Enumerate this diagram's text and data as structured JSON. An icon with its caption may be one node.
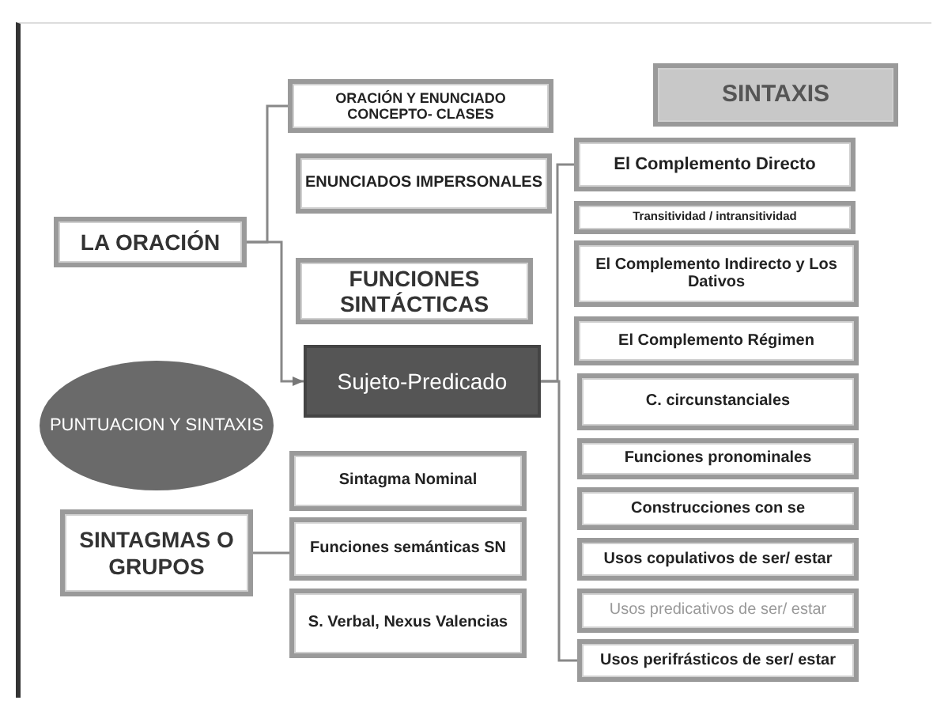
{
  "diagram": {
    "nodes": [
      {
        "text": [
          "LA ORACIÓN"
        ]
      },
      {
        "text": [
          "ORACIÓN Y ENUNCIADO CONCEPTO- CLASES"
        ]
      },
      {
        "text": [
          "ENUNCIADOS IMPERSONALES"
        ]
      },
      {
        "text": [
          "FUNCIONES SINTÁCTICAS"
        ]
      },
      {
        "text": [
          "Sujeto-Predicado"
        ]
      },
      {
        "text": [
          "PUNTUACION Y SINTAXIS"
        ]
      },
      {
        "text": [
          "SINTAGMAS O GRUPOS"
        ]
      },
      {
        "text": [
          "Sintagma Nominal"
        ]
      },
      {
        "text": [
          "Funciones semánticas SN"
        ]
      },
      {
        "text": [
          "S. Verbal, Nexus Valencias"
        ]
      },
      {
        "text": [
          "SINTAXIS"
        ]
      },
      {
        "text": [
          "El Complemento Directo"
        ]
      },
      {
        "text": [
          "Transitividad / intransitividad"
        ]
      },
      {
        "text": [
          "El Complemento Indirecto y Los Dativos"
        ]
      },
      {
        "text": [
          "El Complemento Régimen"
        ]
      },
      {
        "text": [
          "C. circunstanciales"
        ]
      },
      {
        "text": [
          "Funciones pronominales"
        ]
      },
      {
        "text": [
          "Construcciones con se"
        ]
      },
      {
        "text": [
          "Usos copulativos de ser/ estar"
        ]
      },
      {
        "text": [
          "Usos predicativos de ser/ estar"
        ]
      },
      {
        "text": [
          "Usos perifrásticos de ser/ estar"
        ]
      }
    ],
    "edges": [
      {
        "from": 0,
        "to": 1,
        "arrow": "none"
      },
      {
        "from": 0,
        "to": 4,
        "arrow": "to"
      },
      {
        "from": 4,
        "to": 11,
        "arrow": "none"
      },
      {
        "from": 4,
        "to": 20,
        "arrow": "none"
      },
      {
        "from": 6,
        "to": 8,
        "arrow": "none"
      }
    ]
  }
}
